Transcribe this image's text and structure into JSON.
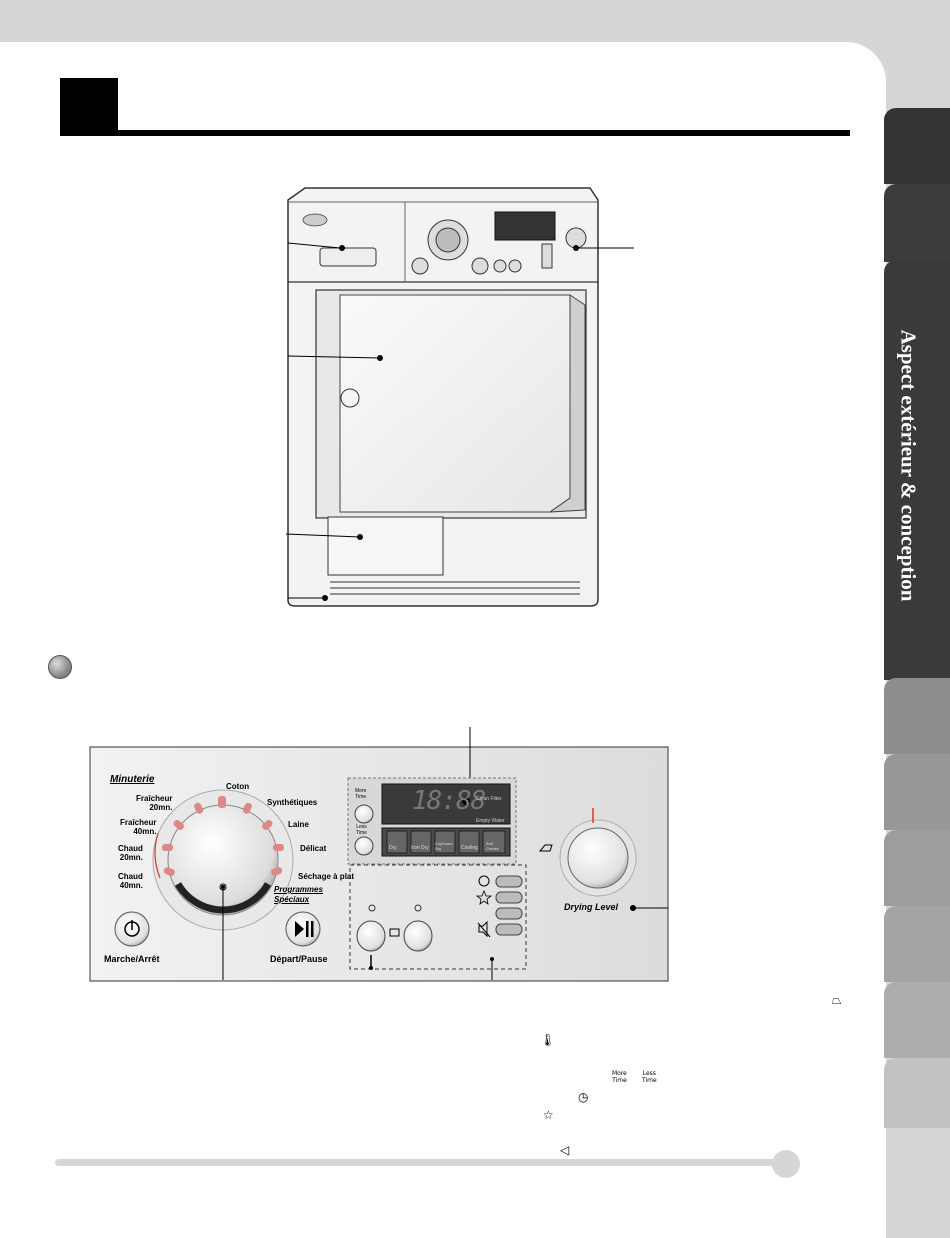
{
  "side_tab": {
    "title": "Aspect extérieur & conception"
  },
  "display": {
    "time": "18:88",
    "clean_filter": "Clean Filter",
    "empty_water": "Empty Water"
  },
  "time_buttons": {
    "more_a": "More",
    "more_b": "Time",
    "less_a": "Less",
    "less_b": "Time"
  },
  "mode_buttons": [
    {
      "label": "Dry"
    },
    {
      "label": "Iron Dry"
    },
    {
      "label_a": "Cupboard",
      "label_b": "Dry"
    },
    {
      "label": "Cooling"
    },
    {
      "label_a": "Anti",
      "label_b": "Crease"
    }
  ],
  "programs": {
    "minuterie": "Minuterie",
    "fraicheur20_a": "Fraîcheur",
    "fraicheur20_b": "20mn.",
    "fraicheur40_a": "Fraîcheur",
    "fraicheur40_b": "40mn.",
    "chaud20_a": "Chaud",
    "chaud20_b": "20mn.",
    "chaud40_a": "Chaud",
    "chaud40_b": "40mn.",
    "coton": "Coton",
    "synthetiques": "Synthétiques",
    "laine": "Laine",
    "delicat": "Délicat",
    "sechage": "Séchage à plat",
    "programmes_a": "Programmes",
    "programmes_b": "Spéciaux"
  },
  "power_label": "Marche/Arrêt",
  "start_label": "Départ/Pause",
  "drying_level_label": "Drying Level",
  "legend": {
    "more_a": "More",
    "more_b": "Time",
    "less_a": "Less",
    "less_b": "Time"
  },
  "icons": [
    "power-icon",
    "play-pause-icon",
    "thermometer-icon",
    "shirt-icon",
    "clock-icon",
    "star-icon",
    "beep-mute-icon",
    "child-lock-icon",
    "iron-icon"
  ]
}
